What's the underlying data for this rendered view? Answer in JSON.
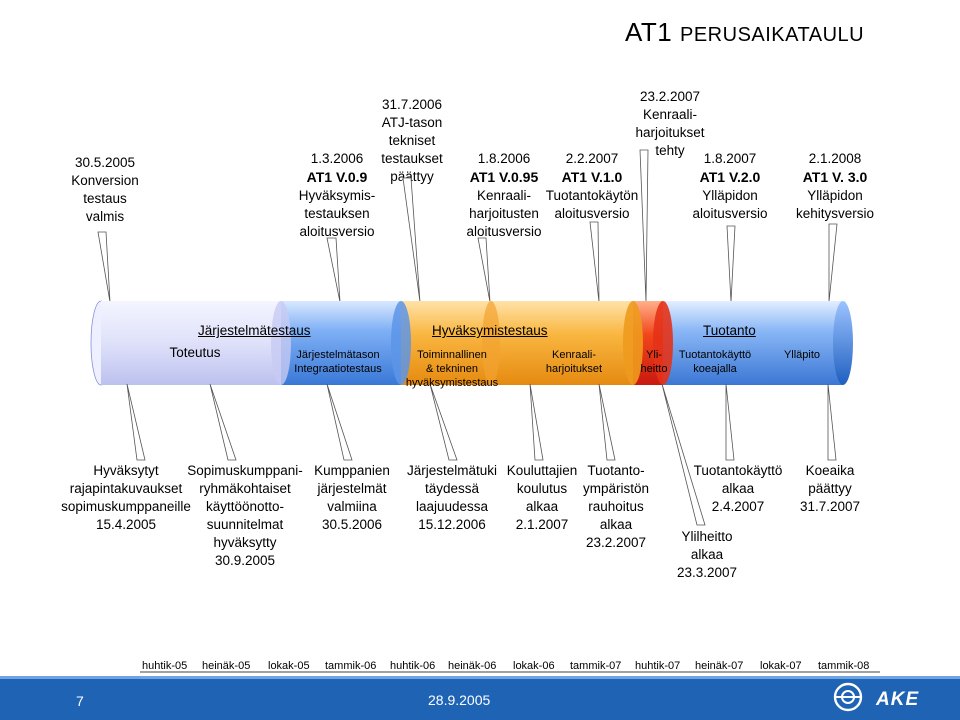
{
  "title": {
    "main": "AT1",
    "rest": "PERUSAIKATAULU"
  },
  "milestones": [
    {
      "lines": [
        "30.5.2005",
        "Konversion",
        "testaus",
        "valmis"
      ],
      "bold": []
    },
    {
      "lines": [
        "1.3.2006",
        "AT1 V.0.9",
        "Hyväksymis-",
        "testauksen",
        "aloitusversio"
      ],
      "bold": [
        1
      ]
    },
    {
      "lines": [
        "31.7.2006",
        "ATJ-tason",
        "tekniset",
        "testaukset",
        "päättyy"
      ],
      "bold": []
    },
    {
      "lines": [
        "1.8.2006",
        "AT1 V.0.95",
        "Kenraali-",
        "harjoitusten",
        "aloitusversio"
      ],
      "bold": [
        1
      ]
    },
    {
      "lines": [
        "2.2.2007",
        "AT1 V.1.0",
        "Tuotantokäytön",
        "aloitusversio"
      ],
      "bold": [
        1
      ]
    },
    {
      "lines": [
        "23.2.2007",
        "Kenraali-",
        "harjoitukset",
        "tehty"
      ],
      "bold": []
    },
    {
      "lines": [
        "1.8.2007",
        "AT1 V.2.0",
        "Ylläpidon",
        "aloitusversio"
      ],
      "bold": [
        1
      ]
    },
    {
      "lines": [
        "2.1.2008",
        "AT1 V. 3.0",
        "Ylläpidon",
        "kehitysversio"
      ],
      "bold": [
        1
      ]
    }
  ],
  "phases": [
    {
      "label": "Järjestelmätestaus"
    },
    {
      "label": "Hyväksymistestaus"
    },
    {
      "label": "Tuotanto"
    }
  ],
  "subphases": [
    {
      "lines": [
        "Toteutus"
      ]
    },
    {
      "lines": [
        "Järjestelmätason",
        "Integraatiotestaus"
      ]
    },
    {
      "lines": [
        "Toiminnallinen",
        "& tekninen",
        "hyväksymistestaus"
      ]
    },
    {
      "lines": [
        "Kenraali-",
        "harjoitukset"
      ]
    },
    {
      "lines": [
        "Yli-",
        "heitto"
      ]
    },
    {
      "lines": [
        "Tuotantokäyttö",
        "koeajalla"
      ]
    },
    {
      "lines": [
        "Ylläpito"
      ]
    }
  ],
  "events": [
    {
      "lines": [
        "Hyväksytyt",
        "rajapintakuvaukset",
        "sopimuskumppaneille",
        "15.4.2005"
      ]
    },
    {
      "lines": [
        "Sopimuskumppani-",
        "ryhmäkohtaiset",
        "käyttöönotto-",
        "suunnitelmat",
        "hyväksytty",
        "30.9.2005"
      ]
    },
    {
      "lines": [
        "Kumppanien",
        "järjestelmät",
        "valmiina",
        "30.5.2006"
      ]
    },
    {
      "lines": [
        "Järjestelmätuki",
        "täydessä",
        "laajuudessa",
        "15.12.2006"
      ]
    },
    {
      "lines": [
        "Kouluttajien",
        "koulutus",
        "alkaa",
        "2.1.2007"
      ]
    },
    {
      "lines": [
        "Tuotanto-",
        "ympäristön",
        "rauhoitus",
        "alkaa",
        "23.2.2007"
      ]
    },
    {
      "lines": [
        "Tuotantokäyttö",
        "alkaa",
        "2.4.2007"
      ]
    },
    {
      "lines": [
        "Ylilheitto",
        "alkaa",
        "23.3.2007"
      ]
    },
    {
      "lines": [
        "Koeaika",
        "päättyy",
        "31.7.2007"
      ]
    }
  ],
  "axis": [
    "huhtik-05",
    "heinäk-05",
    "lokak-05",
    "tammik-06",
    "huhtik-06",
    "heinäk-06",
    "lokak-06",
    "tammik-07",
    "huhtik-07",
    "heinäk-07",
    "lokak-07",
    "tammik-08"
  ],
  "footer": {
    "page": "7",
    "date": "28.9.2005",
    "logo": "AKE"
  },
  "colors": {
    "footer": "#1e63b4",
    "bar_blue": "#3d7fe0",
    "bar_orange": "#f6a21e",
    "bar_red": "#e8271a",
    "bar_lavender": "#e4e6fb"
  }
}
